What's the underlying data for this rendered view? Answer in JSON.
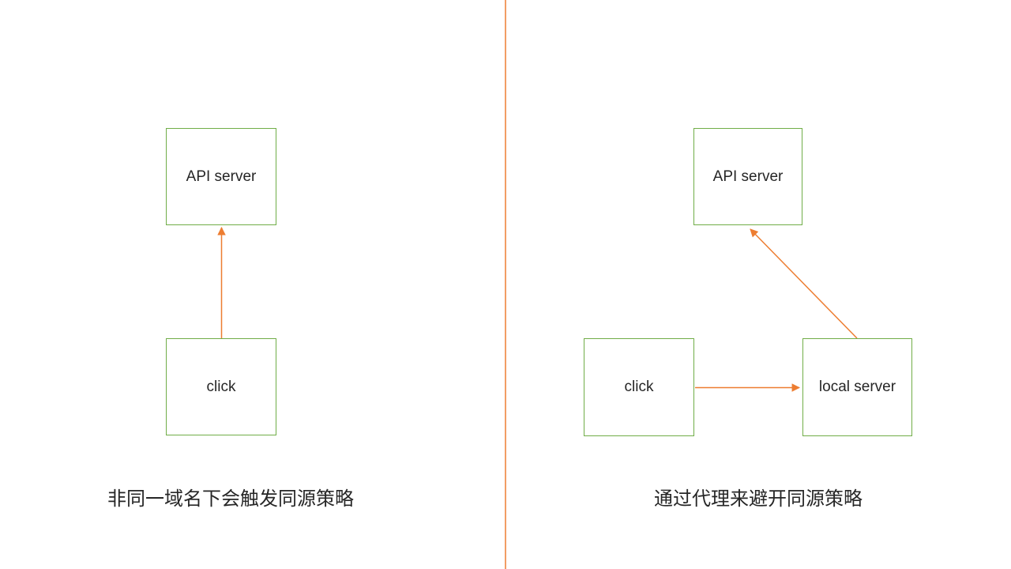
{
  "diagram": {
    "left_panel": {
      "api_server_box": "API server",
      "click_box": "click",
      "caption": "非同一域名下会触发同源策略"
    },
    "right_panel": {
      "api_server_box": "API server",
      "click_box": "click",
      "local_server_box": "local server",
      "caption": "通过代理来避开同源策略"
    },
    "colors": {
      "box_border": "#70AD47",
      "arrow": "#ED7D31",
      "divider": "#ED7D31",
      "text": "#262626"
    }
  }
}
